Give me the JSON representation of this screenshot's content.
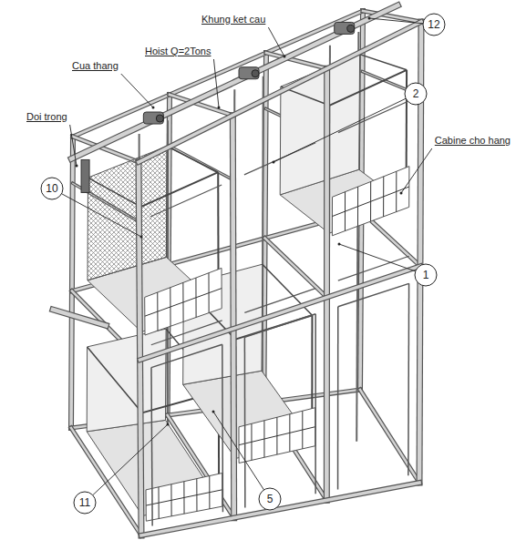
{
  "diagram": {
    "labels": [
      "Khung ket cau",
      "Hoist Q=2Tons",
      "Cua thang",
      "Doi trong",
      "Cabine cho hang",
      "12",
      "2",
      "10",
      "1",
      "11",
      "5"
    ]
  }
}
